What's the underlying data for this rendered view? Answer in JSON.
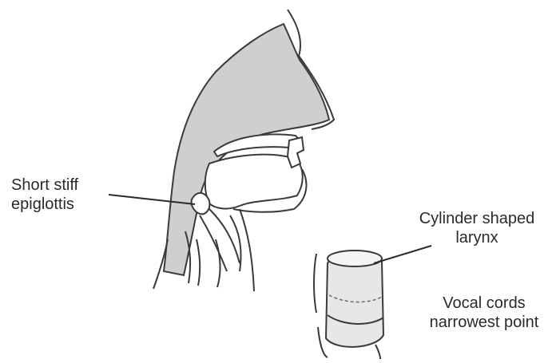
{
  "labels": {
    "epiglottis": {
      "line1": "Short stiff",
      "line2": "epiglottis"
    },
    "larynx": {
      "line1": "Cylinder shaped",
      "line2": "larynx"
    },
    "vocal_cords": {
      "line1": "Vocal cords",
      "line2": "narrowest point"
    }
  },
  "colors": {
    "outline": "#3a3a3a",
    "fill": "#cfcfcf",
    "text": "#2a2a2a",
    "background": "#ffffff"
  }
}
